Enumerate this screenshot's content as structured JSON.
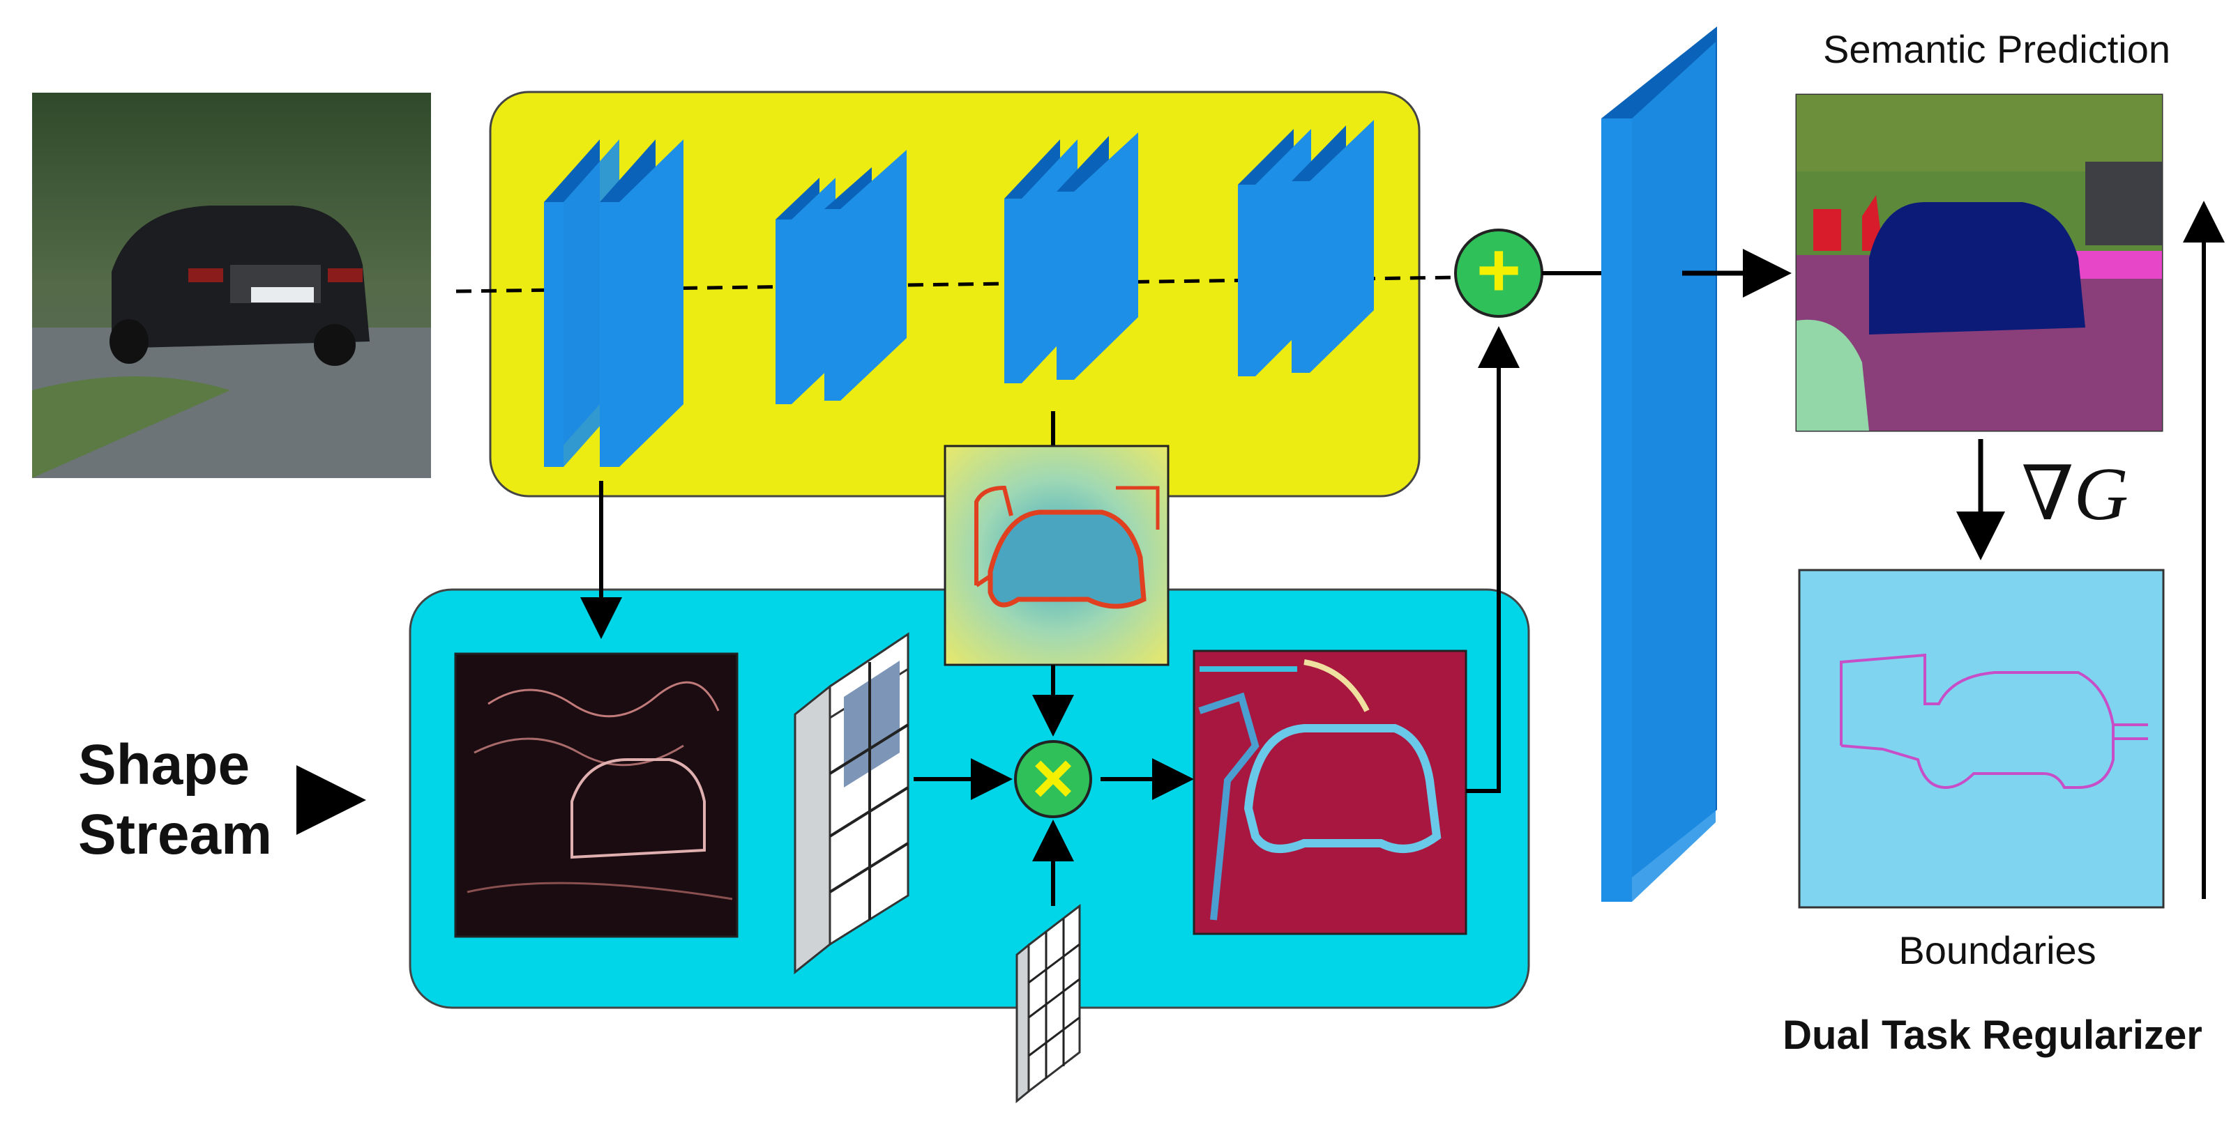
{
  "labels": {
    "shape_line1": "Shape",
    "shape_line2": "Stream",
    "semantic_prediction": "Semantic Prediction",
    "boundaries": "Boundaries",
    "dual_task": "Dual Task Regularizer",
    "gradient_symbol": "∇G",
    "plus_symbol": "+",
    "times_symbol": "×"
  },
  "colors": {
    "regular_stream_bg": "#ecec12",
    "shape_stream_bg": "#00d6e8",
    "conv_block_front": "#1e8fe6",
    "conv_block_side": "#0a63b8",
    "plus_node": "#2fc05a",
    "times_node": "#2fc05a",
    "node_symbol": "#f5f000",
    "arrow": "#000000"
  },
  "icons": {
    "input_image": "street-scene-car-photo",
    "edge_map": "edge-map-thumbnail",
    "attention_map": "attention-heatmap-thumbnail",
    "shape_output": "shape-stream-output-heatmap",
    "semantic_map": "segmentation-map-thumbnail",
    "boundary_map": "boundary-map-thumbnail"
  }
}
